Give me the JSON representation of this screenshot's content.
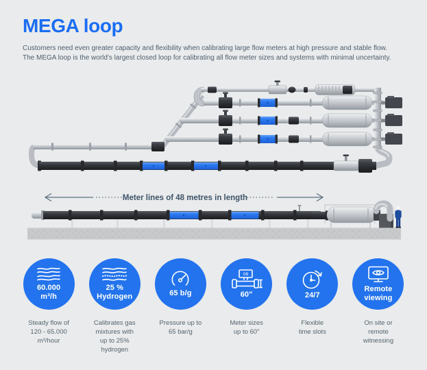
{
  "header": {
    "title": "MEGA loop",
    "intro": "Customers need even greater capacity and flexibility when calibrating large flow meters at high pressure and stable flow. The MEGA loop is the world's largest closed loop for calibrating all flow meter sizes and systems with minimal uncertainty.",
    "title_color": "#1b6df4",
    "text_color": "#4e5e6d"
  },
  "diagram": {
    "length_label": "Meter lines of 48 metres in length",
    "meter_section_color": "#2e7cf2",
    "dark_pipe_color": "#2e3135",
    "silver_pipe_color": "#c3c7cc",
    "arrow_color": "#5b7181"
  },
  "features": [
    {
      "icon": "flow-waves",
      "value_line1": "60.000",
      "value_line2": "m³/h",
      "caption": "Steady flow of\n120 - 65.000\nm³/hour"
    },
    {
      "icon": "hydrogen-waves",
      "value_line1": "25 %",
      "value_line2": "Hydrogen",
      "caption": "Calibrates gas\nmixtures with\nup to 25%\nhydrogen"
    },
    {
      "icon": "pressure-gauge",
      "value_line1": "65 b/g",
      "value_line2": "",
      "caption": "Pressure up to\n65 bar/g"
    },
    {
      "icon": "flow-meter",
      "value_line1": "60\"",
      "value_line2": "",
      "icon_display": "08",
      "caption": "Meter sizes\nup to 60\""
    },
    {
      "icon": "clock-24-7",
      "value_line1": "24/7",
      "value_line2": "",
      "caption": "Flexible\ntime slots"
    },
    {
      "icon": "remote-monitor",
      "value_line1": "Remote",
      "value_line2": "viewing",
      "caption": "On site or\nremote\nwitnessing"
    }
  ],
  "feature_circle_color": "#2373ee"
}
